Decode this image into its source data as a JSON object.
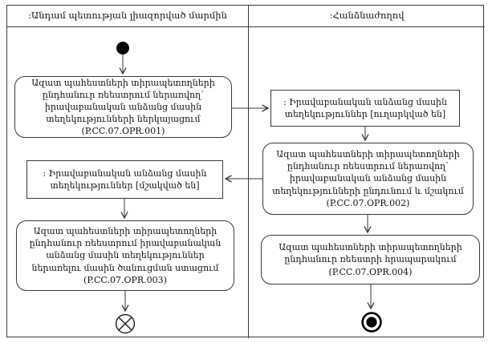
{
  "lanes": [
    {
      "title": ":Անդամ պետության լիազորված մարմին"
    },
    {
      "title": ":Հանձնաժողով"
    }
  ],
  "nodes": {
    "action1": "Ազատ պահեստների տիրապետողների ընդհանուր ռեեստրում ներառվող՝ իրավաբանական անձանց մասին տեղեկությունների ներկայացում (P.CC.07.OPR.001)",
    "object_processed": ": Իրավաբանական անձանց մասին տեղեկություններ [մշակված են]",
    "action3": "Ազատ պահեստների տիրապետողների ընդհանուր ռեեստրում իրավաբանական անձանց մասին տեղեկություններ ներառելու մասին ծանուցման ստացում (P.CC.07.OPR.003)",
    "object_sent": ": Իրավաբանական անձանց մասին տեղեկություններ [ուղարկված են]",
    "action2": "Ազատ պահեստների տիրապետողների ընդհանուր ռեեստրում ներառվող՝ իրավաբանական անձանց մասին տեղեկությունների ընդունում և մշակում (P.CC.07.OPR.002)",
    "action4": "Ազատ պահեստների տիրապետողների ընդհանուր ռեեստրի հրապարակում (P.CC.07.OPR.004)"
  },
  "node_types": {
    "action1": "action",
    "action2": "action",
    "action3": "action",
    "action4": "action",
    "object_processed": "object-node",
    "object_sent": "object-node",
    "start": "initial-node",
    "left_lane_end": "flow-final-node",
    "right_lane_end": "activity-final-node"
  },
  "colors": {
    "line": "#3a3a3a",
    "background": "#ffffff",
    "node_fill": "#000000"
  }
}
